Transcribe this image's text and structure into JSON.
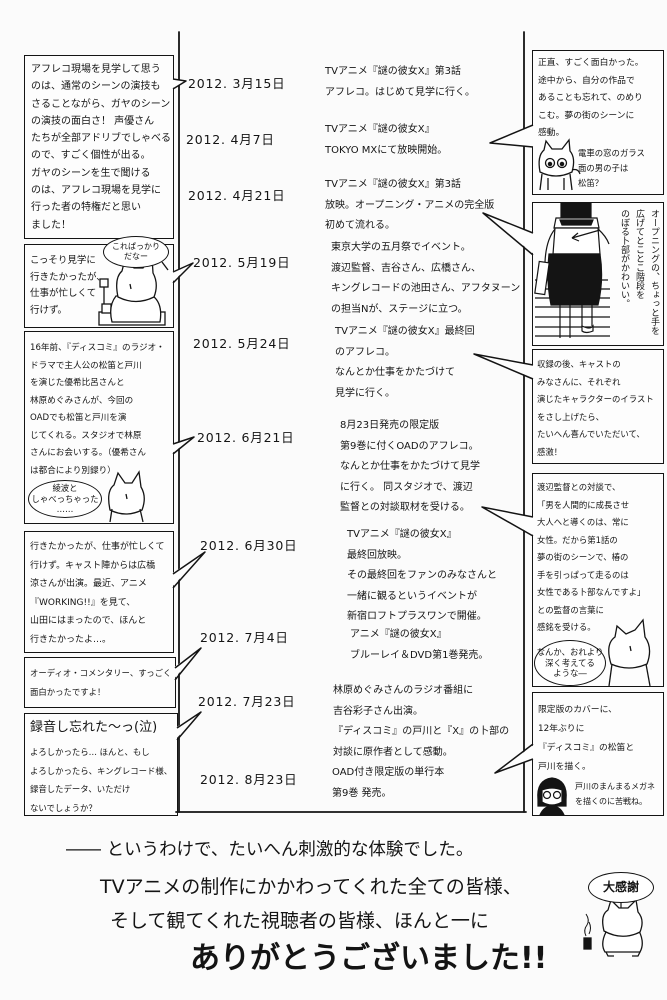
{
  "colors": {
    "ink": "#141414",
    "paper": "#fbfbfb"
  },
  "timeline": [
    {
      "date": "2012. 3月15日",
      "event": "TVアニメ『謎の彼女X』第3話\nアフレコ。はじめて見学に行く。"
    },
    {
      "date": "2012. 4月7日",
      "event": "TVアニメ『謎の彼女X』\nTOKYO MXにて放映開始。"
    },
    {
      "date": "2012. 4月21日",
      "event": "TVアニメ『謎の彼女X』第3話\n放映。オープニング・アニメの完全版\n初めて流れる。"
    },
    {
      "date": "2012. 5月19日",
      "event": "東京大学の五月祭でイベント。\n渡辺監督、吉谷さん、広橋さん、\nキングレコードの池田さん、アフタヌーン\nの担当Nが、ステージに立つ。"
    },
    {
      "date": "2012. 5月24日",
      "event": "TVアニメ『謎の彼女X』最終回\nのアフレコ。\nなんとか仕事をかたづけて\n見学に行く。"
    },
    {
      "date": "2012. 6月21日",
      "event": "8月23日発売の限定版\n第9巻に付くOADのアフレコ。\nなんとか仕事をかたづけて見学\nに行く。 同スタジオで、渡辺\n監督との対談取材を受ける。"
    },
    {
      "date": "2012. 6月30日",
      "event": "TVアニメ『謎の彼女X』\n最終回放映。\nその最終回をファンのみなさんと\n一緒に観るというイベントが\n新宿ロフトプラスワンで開催。"
    },
    {
      "date": "2012. 7月4日",
      "event": "アニメ『謎の彼女X』\nブルーレイ＆DVD第1巻発売。"
    },
    {
      "date": "2012. 7月23日",
      "event": "林原めぐみさんのラジオ番組に\n吉谷彩子さん出演。\n『ディスコミ』の戸川と『X』の卜部の\n対談に原作者として感動。"
    },
    {
      "date": "2012. 8月23日",
      "event": "OAD付き限定版の単行本\n第9巻 発売。"
    }
  ],
  "left_notes": [
    {
      "text": "アフレコ現場を見学して思う\nのは、通常のシーンの演技も\nさることながら、ガヤのシーン\nの演技の面白さ！ 声優さん\nたちが全部アドリブでしゃべる\nので、すごく個性が出る。\nガヤのシーンを生で聞ける\nのは、アフレコ現場を見学に\n行った者の特権だと思い\nました！"
    },
    {
      "text": "こっそり見学に\n行きたかったが、\n仕事が忙しくて\n行けず。",
      "thought": "これぱっかり\nだなー"
    },
    {
      "text": "16年前、『ディスコミ』のラジオ・\nドラマで主人公の松笛と戸川\nを演じた優希比呂さんと\n林原めぐみさんが、今回の\nOADでも松笛と戸川を演\nじてくれる。スタジオで林原\nさんにお会いする。（優希さん\nは都合により別録り）",
      "thought": "綾波と\nしゃべっちゃった\n……"
    },
    {
      "text": "行きたかったが、仕事が忙しくて\n行けず。キャスト陣からは広橋\n涼さんが出演。最近、アニメ\n『WORKING!!』を見て、\n山田にはまったので、ほんと\n行きたかったよ…。"
    },
    {
      "text": "オーディオ・コメンタリー、すっごく\n面白かったですよ！"
    },
    {
      "title": "録音し忘れた〜っ(泣)",
      "text": "よろしかったら… ほんと、もし\nよろしかったら、キングレコード様、\n録音したデータ、いただけ\nないでしょうか？"
    }
  ],
  "right_notes": [
    {
      "text": "正直、すごく面白かった。\n途中から、自分の作品で\nあることも忘れて、のめり\nこむ。夢の街のシーンに\n感動。",
      "sub": "電車の窓のガラス\n面の男の子は\n松笛？"
    },
    {
      "vertical_text": "オープニングの、ちょっと手を\n広げてとことこ階段を\nのぼる卜部がかわいい。"
    },
    {
      "text": "収録の後、キャストの\nみなさんに、それぞれ\n演じたキャラクターのイラスト\nをさし上げたら、\nたいへん喜んでいただいて、\n感激！"
    },
    {
      "text": "渡辺監督との対談で、\n「男を人間的に成長させ\n大人へと導くのは、常に\n女性。だから第1話の\n夢の街のシーンで、椿の\n手を引っぱって走るのは\n女性である卜部なんですよ」\nとの監督の言葉に\n感銘を受ける。",
      "thought": "なんか、おれより\n深く考えてる\nような―"
    },
    {
      "text": "限定版のカバーに、\n12年ぶりに\n『ディスコミ』の松笛と\n戸川を描く。",
      "sub": "戸川のまんまるメガネ\nを描くのに苦戦ね。"
    }
  ],
  "footer": {
    "line1": "―― というわけで、たいへん刺激的な体験でした。",
    "line2": "TVアニメの制作にかかわってくれた全ての皆様、",
    "line3": "そして観てくれた視聴者の皆様、ほんと一に",
    "thanks": "ありがとうございました!!",
    "cat_bubble": "大感謝"
  }
}
